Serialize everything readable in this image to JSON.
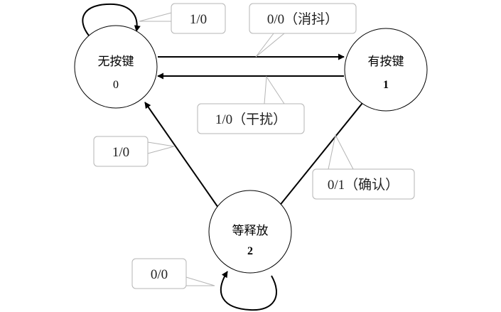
{
  "states": [
    {
      "id": "s0",
      "label": "无按键",
      "number": "0"
    },
    {
      "id": "s1",
      "label": "有按键",
      "number": "1"
    },
    {
      "id": "s2",
      "label": "等释放",
      "number": "2"
    }
  ],
  "transitions": [
    {
      "from": "s0",
      "to": "s0",
      "label": "1/0"
    },
    {
      "from": "s0",
      "to": "s1",
      "label": "0/0（消抖）"
    },
    {
      "from": "s1",
      "to": "s0",
      "label": "1/0（干扰）"
    },
    {
      "from": "s1",
      "to": "s2",
      "label": "0/1（确认）"
    },
    {
      "from": "s2",
      "to": "s0",
      "label": "1/0"
    },
    {
      "from": "s2",
      "to": "s2",
      "label": "0/0"
    }
  ]
}
